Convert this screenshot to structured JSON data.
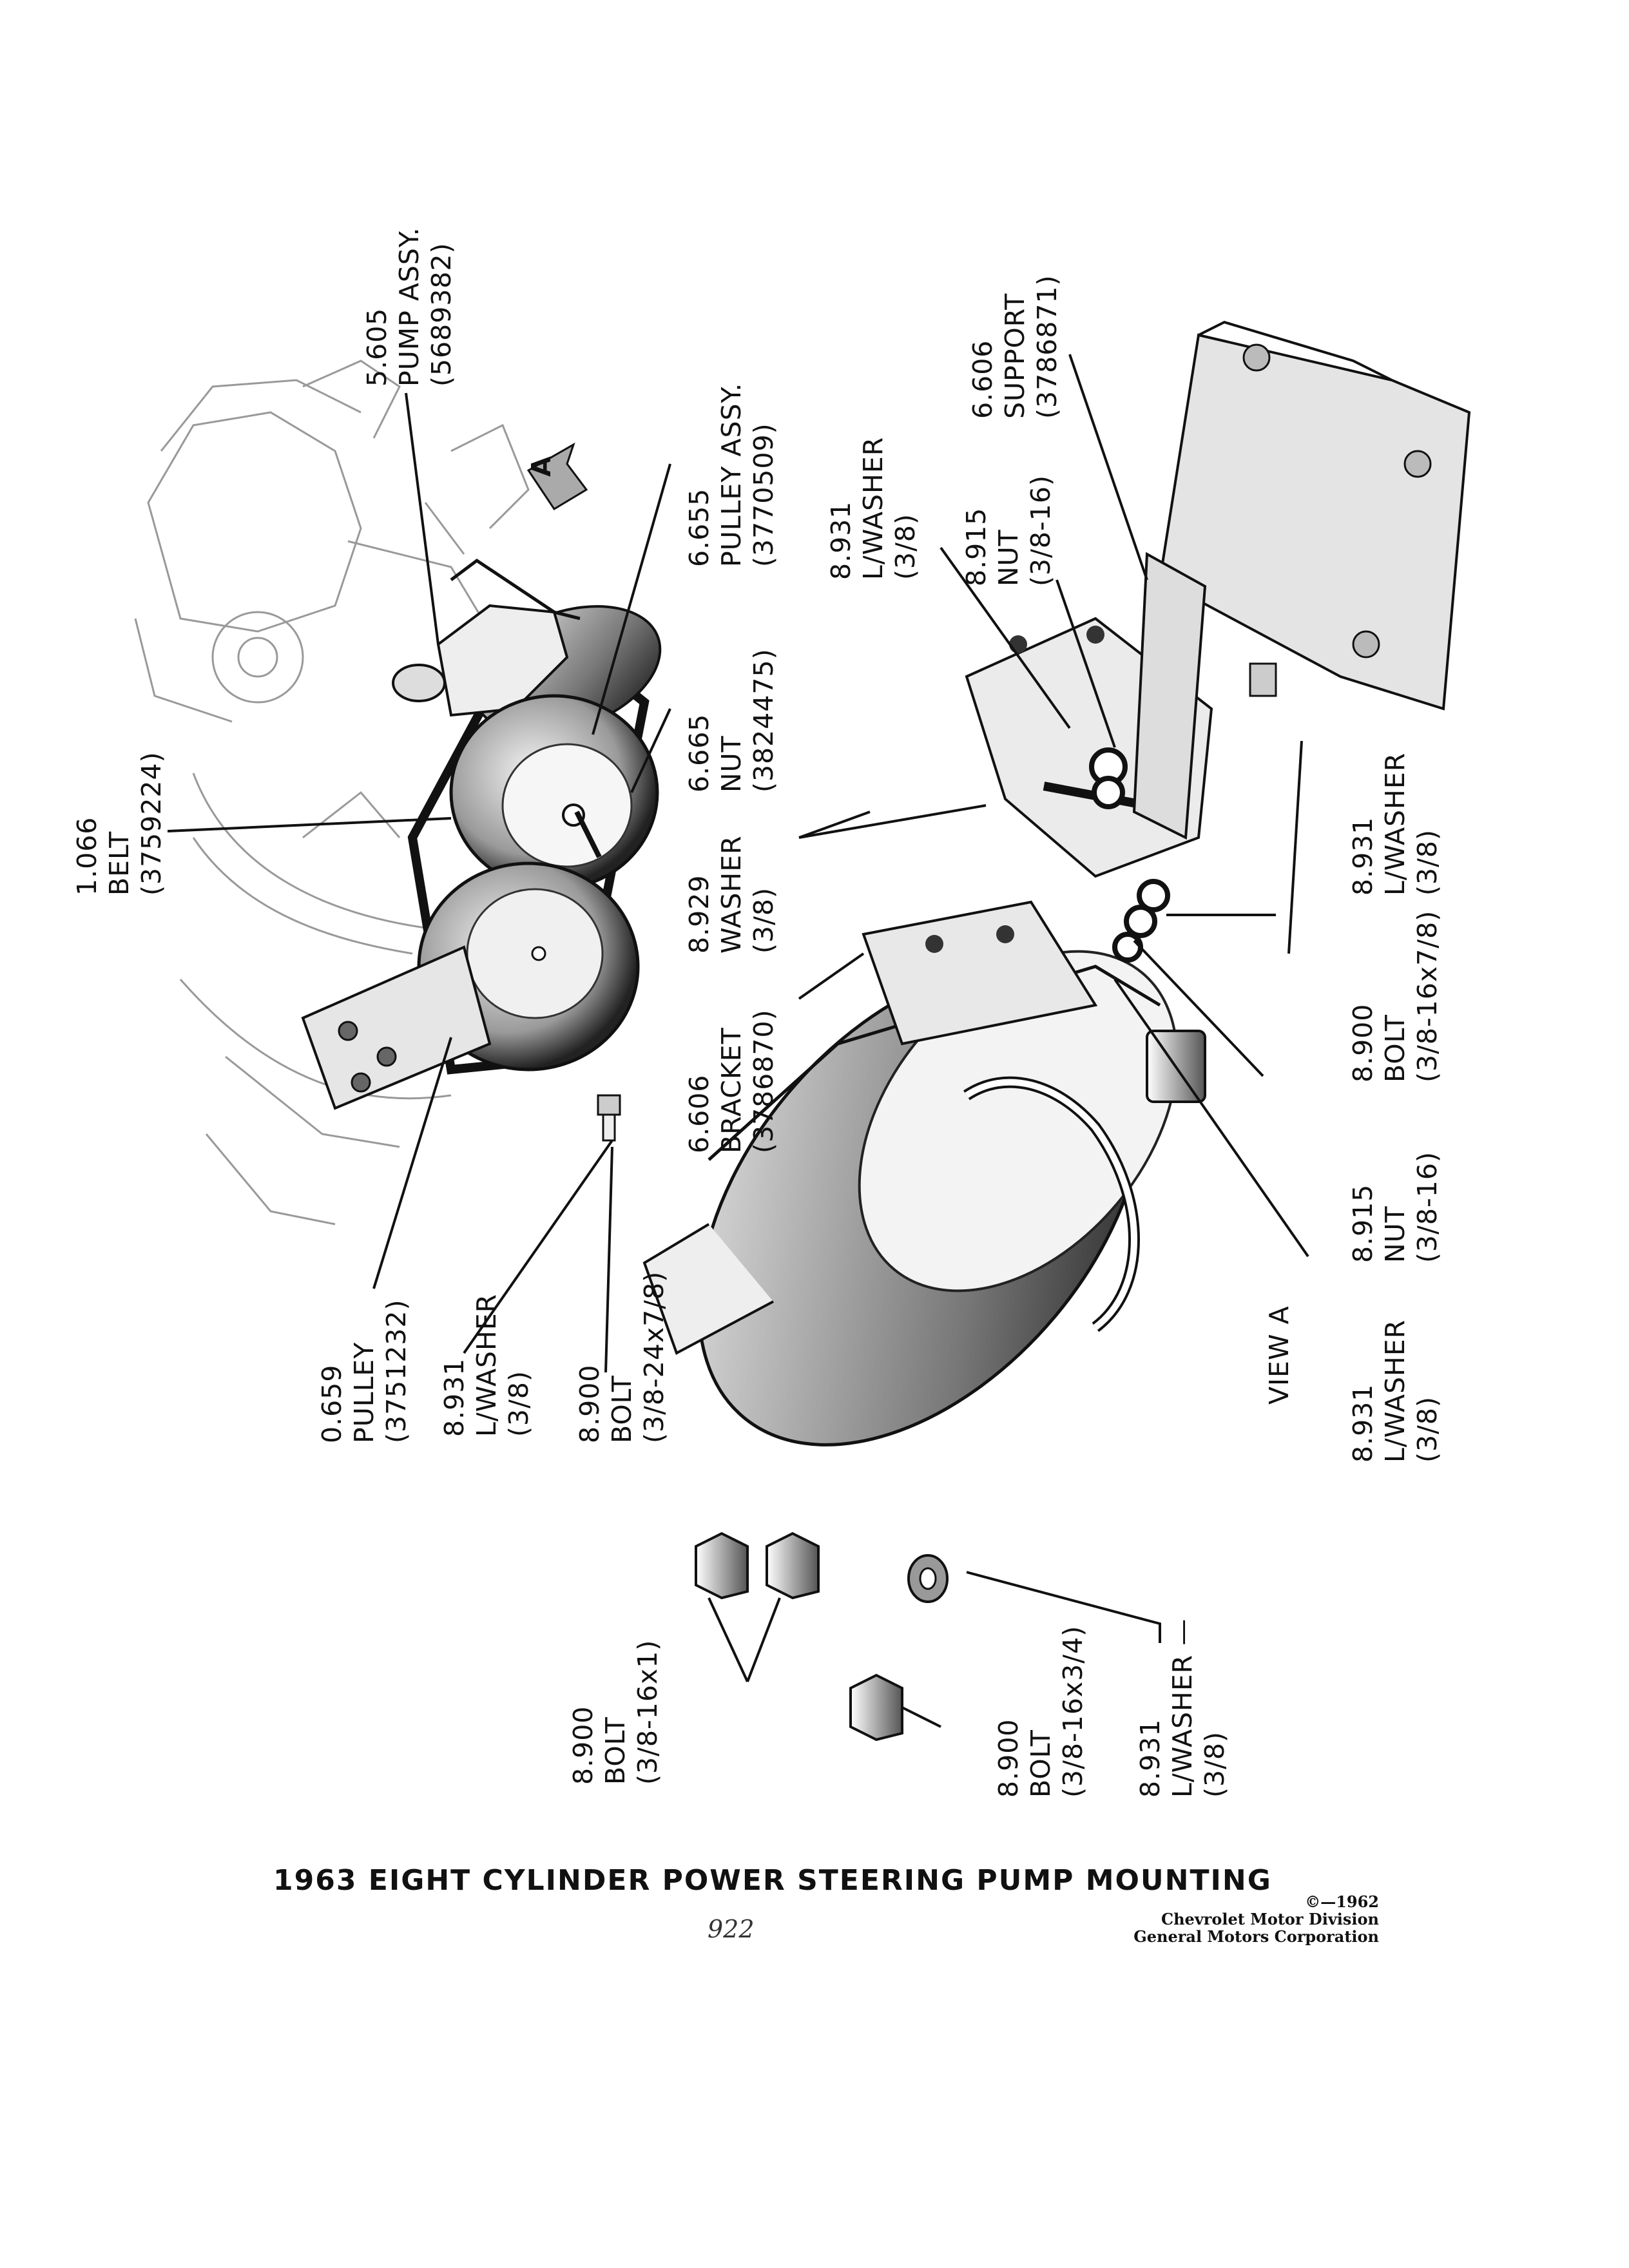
{
  "title": "1963 EIGHT CYLINDER POWER STEERING PUMP MOUNTING",
  "page_number": "922",
  "copyright": {
    "line1": "©—1962",
    "line2": "Chevrolet Motor Division",
    "line3": "General Motors Corporation"
  },
  "callouts": {
    "pump_assy": {
      "num": "5.605",
      "name": "PUMP ASSY.",
      "part": "(5689382)"
    },
    "belt": {
      "num": "1.066",
      "name": "BELT",
      "part": "(3759224)"
    },
    "pulley_assy": {
      "num": "6.655",
      "name": "PULLEY ASSY.",
      "part": "(3770509)"
    },
    "nut_6665": {
      "num": "6.665",
      "name": "NUT",
      "part": "(3824475)"
    },
    "washer_8929": {
      "num": "8.929",
      "name": "WASHER",
      "part": "(3/8)"
    },
    "lwasher_top": {
      "num": "8.931",
      "name": "L/WASHER",
      "part": "(3/8)"
    },
    "nut_top": {
      "num": "8.915",
      "name": "NUT",
      "part": "(3/8-16)"
    },
    "support": {
      "num": "6.606",
      "name": "SUPPORT",
      "part": "(3786871)"
    },
    "lwasher_right": {
      "num": "8.931",
      "name": "L/WASHER",
      "part": "(3/8)"
    },
    "bolt_right": {
      "num": "8.900",
      "name": "BOLT",
      "part": "(3/8-16x7/8)"
    },
    "bracket": {
      "num": "6.606",
      "name": "BRACKET",
      "part": "(3786870)"
    },
    "nut_mid": {
      "num": "8.915",
      "name": "NUT",
      "part": "(3/8-16)"
    },
    "lwasher_viewa": {
      "num": "8.931",
      "name": "L/WASHER",
      "part": "(3/8)"
    },
    "view_a": "VIEW A",
    "pulley": {
      "num": "0.659",
      "name": "PULLEY",
      "part": "(3751232)"
    },
    "lwasher_pulley": {
      "num": "8.931",
      "name": "L/WASHER",
      "part": "(3/8)"
    },
    "bolt_pulley": {
      "num": "8.900",
      "name": "BOLT",
      "part": "(3/8-24x7/8)"
    },
    "bolt_bottom1": {
      "num": "8.900",
      "name": "BOLT",
      "part": "(3/8-16x1)"
    },
    "bolt_bottom2": {
      "num": "8.900",
      "name": "BOLT",
      "part": "(3/8-16x3/4)"
    },
    "lwasher_bottom": {
      "num": "8.931",
      "name": "L/WASHER —",
      "part": "(3/8)"
    },
    "arrow_a": "A"
  }
}
